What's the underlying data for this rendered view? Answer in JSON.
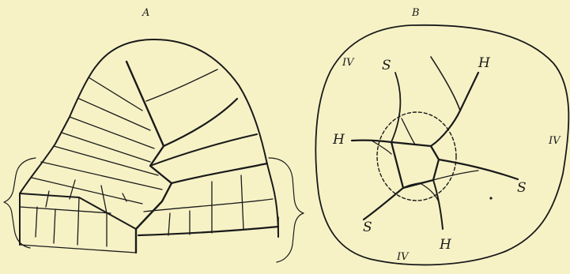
{
  "figure": {
    "panel_a": {
      "label": "A"
    },
    "panel_b": {
      "label": "B",
      "labels": {
        "iv_top_left": "IV",
        "iv_right": "IV",
        "iv_bottom": "IV",
        "s_top": "S",
        "s_right": "S",
        "s_bottom_left": "S",
        "h_top_right": "H",
        "h_left": "H",
        "h_bottom": "H"
      }
    },
    "colors": {
      "background": "#f6f2c6",
      "ink": "#1a1a1a"
    }
  }
}
